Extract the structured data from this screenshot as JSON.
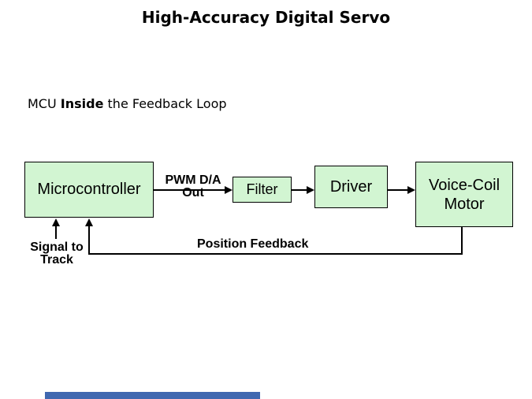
{
  "page": {
    "title": "High-Accuracy Digital Servo"
  },
  "subtitle": {
    "pre": "MCU",
    "emphasis": "Inside",
    "post": "the Feedback Loop"
  },
  "diagram": {
    "blocks": [
      {
        "id": "microcontroller",
        "label": "Microcontroller"
      },
      {
        "id": "filter",
        "label": "Filter"
      },
      {
        "id": "driver",
        "label": "Driver"
      },
      {
        "id": "voice-coil-motor",
        "label": "Voice-Coil Motor"
      }
    ],
    "labels": {
      "pwm_line1": "PWM D/A",
      "pwm_line2": "Out",
      "signal_line1": "Signal to",
      "signal_line2": "Track",
      "feedback": "Position Feedback"
    }
  },
  "colors": {
    "block_fill": "#d2f5d2",
    "block_border": "#000000",
    "connector": "#000000",
    "footer_bar": "#4068b0"
  }
}
